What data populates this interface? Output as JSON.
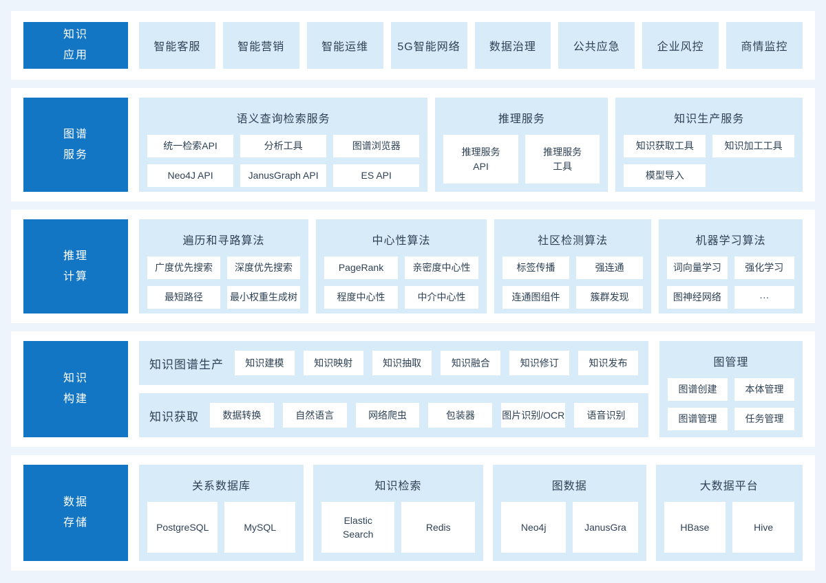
{
  "colors": {
    "page_bg": "#edf4fc",
    "panel_bg": "#ffffff",
    "accent": "#1376c5",
    "tile_bg": "#d8ebf9",
    "text_dark": "#2e4257",
    "label_text": "#ffffff"
  },
  "rows": {
    "applications": {
      "label": [
        "知识",
        "应用"
      ],
      "items": [
        "智能客服",
        "智能营销",
        "智能运维",
        "5G智能网络",
        "数据治理",
        "公共应急",
        "企业风控",
        "商情监控"
      ]
    },
    "graph_services": {
      "label": [
        "图谱",
        "服务"
      ],
      "groups": [
        {
          "title": "语义查询检索服务",
          "items": [
            "统一检索API",
            "分析工具",
            "图谱浏览器",
            "Neo4J API",
            "JanusGraph API",
            "ES API"
          ]
        },
        {
          "title": "推理服务",
          "items": [
            [
              "推理服务",
              "API"
            ],
            [
              "推理服务",
              "工具"
            ]
          ]
        },
        {
          "title": "知识生产服务",
          "items": [
            "知识获取工具",
            "知识加工工具",
            "模型导入"
          ]
        }
      ]
    },
    "reasoning": {
      "label": [
        "推理",
        "计算"
      ],
      "groups": [
        {
          "title": "遍历和寻路算法",
          "items": [
            "广度优先搜索",
            "深度优先搜索",
            "最短路径",
            "最小权重生成树"
          ]
        },
        {
          "title": "中心性算法",
          "items": [
            "PageRank",
            "亲密度中心性",
            "程度中心性",
            "中介中心性"
          ]
        },
        {
          "title": "社区检测算法",
          "items": [
            "标签传播",
            "强连通",
            "连通图组件",
            "簇群发现"
          ]
        },
        {
          "title": "机器学习算法",
          "items": [
            "词向量学习",
            "强化学习",
            "图神经网络",
            "···"
          ]
        }
      ]
    },
    "construction": {
      "label": [
        "知识",
        "构建"
      ],
      "strips": [
        {
          "title": "知识图谱生产",
          "items": [
            "知识建模",
            "知识映射",
            "知识抽取",
            "知识融合",
            "知识修订",
            "知识发布"
          ]
        },
        {
          "title": "知识获取",
          "items": [
            "数据转换",
            "自然语言",
            "网络爬虫",
            "包装器",
            "图片识别/OCR",
            "语音识别"
          ]
        }
      ],
      "side": {
        "title": "图管理",
        "items": [
          "图谱创建",
          "本体管理",
          "图谱管理",
          "任务管理"
        ]
      }
    },
    "storage": {
      "label": [
        "数据",
        "存储"
      ],
      "groups": [
        {
          "title": "关系数据库",
          "items": [
            "PostgreSQL",
            "MySQL"
          ]
        },
        {
          "title": "知识检索",
          "items": [
            [
              "Elastic",
              "Search"
            ],
            "Redis"
          ]
        },
        {
          "title": "图数据",
          "items": [
            "Neo4j",
            "JanusGra"
          ]
        },
        {
          "title": "大数据平台",
          "items": [
            "HBase",
            "Hive"
          ]
        }
      ]
    }
  }
}
